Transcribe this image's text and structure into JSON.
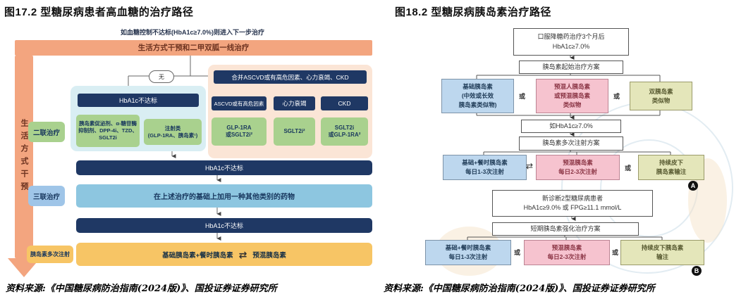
{
  "left": {
    "title": "图17.2 型糖尿病患者高血糖的治疗路径",
    "top_note": "如血糖控制不达标(HbA1c≥7.0%)则进入下一步治疗",
    "first_line": "生活方式干预和二甲双胍一线治疗",
    "lifestyle": "生活方式干预",
    "no_label": "无",
    "dual": {
      "header": "HbA1c不达标",
      "opt1": "胰岛素促泌剂、α-糖苷酶抑制剂、DPP-4i、TZD、SGLT2i",
      "opt2": "注射类\n(GLP-1RA、胰岛素¹)"
    },
    "ascvd": {
      "header": "合并ASCVD或有高危因素、心力衰竭、CKD",
      "cols": [
        {
          "cond": "ASCVD或有高危因素",
          "drug": "GLP-1RA\n或SGLT2i²"
        },
        {
          "cond": "心力衰竭",
          "drug": "SGLT2i²"
        },
        {
          "cond": "CKD",
          "drug": "SGLT2i\n或GLP-1RA²"
        }
      ]
    },
    "stages": [
      "二联治疗",
      "三联治疗",
      "胰岛素多次注射"
    ],
    "bar_not1": "HbA1c不达标",
    "bar_triple": "在上述治疗的基础上加用一种其他类别的药物",
    "bar_not2": "HbA1c不达标",
    "insulin": {
      "basal": "基础胰岛素+餐时胰岛素",
      "swap": "⇄",
      "premix": "预混胰岛素"
    },
    "source": "资料来源:《中国糖尿病防治指南(2024版)》、国投证券证券研究所"
  },
  "right": {
    "title": "图18.2 型糖尿病胰岛素治疗路径",
    "start": "口服降糖药治疗3个月后\nHbA1c≥7.0%",
    "initial": "胰岛素起始治疗方案",
    "row1": [
      "基础胰岛素\n(中效或长效\n胰岛素类似物)",
      "预混人胰岛素\n或预混胰岛素\n类似物",
      "双胰岛素\n类似物"
    ],
    "or": "或",
    "if_goal": "如HbA1c≥7.0%",
    "multi": "胰岛素多次注射方案",
    "row2": [
      "基础+餐时胰岛素\n每日1-3次注射",
      "预混胰岛素\n每日2-3次注射",
      "持续皮下\n胰岛素输注"
    ],
    "swap": "⇄",
    "newly": "新诊断2型糖尿病患者\nHbA1c≥9.0% 或 FPG≥11.1 mmol/L",
    "intensive": "短期胰岛素强化治疗方案",
    "row3": [
      "基础+餐时胰岛素\n每日1-3次注射",
      "预混胰岛素\n每日2-3次注射",
      "持续皮下胰岛素\n输注"
    ],
    "badge_a": "A",
    "badge_b": "B",
    "source": "资料来源:《中国糖尿病防治指南(2024版)》、国投证券证券研究所"
  },
  "colors": {
    "salmon": "#F3A57F",
    "navy": "#1F3864",
    "green": "#A9D18E",
    "light_cyan": "#D9EEF3",
    "peach": "#FBE5D6",
    "sky_bar": "#8DC6E0",
    "label_blue": "#9FC5E8",
    "gold": "#F7C565",
    "box_blue": "#BDD7EE",
    "box_pink": "#F6C3CF",
    "box_yellow": "#E4E6BA",
    "badge_bg": "#111111"
  }
}
